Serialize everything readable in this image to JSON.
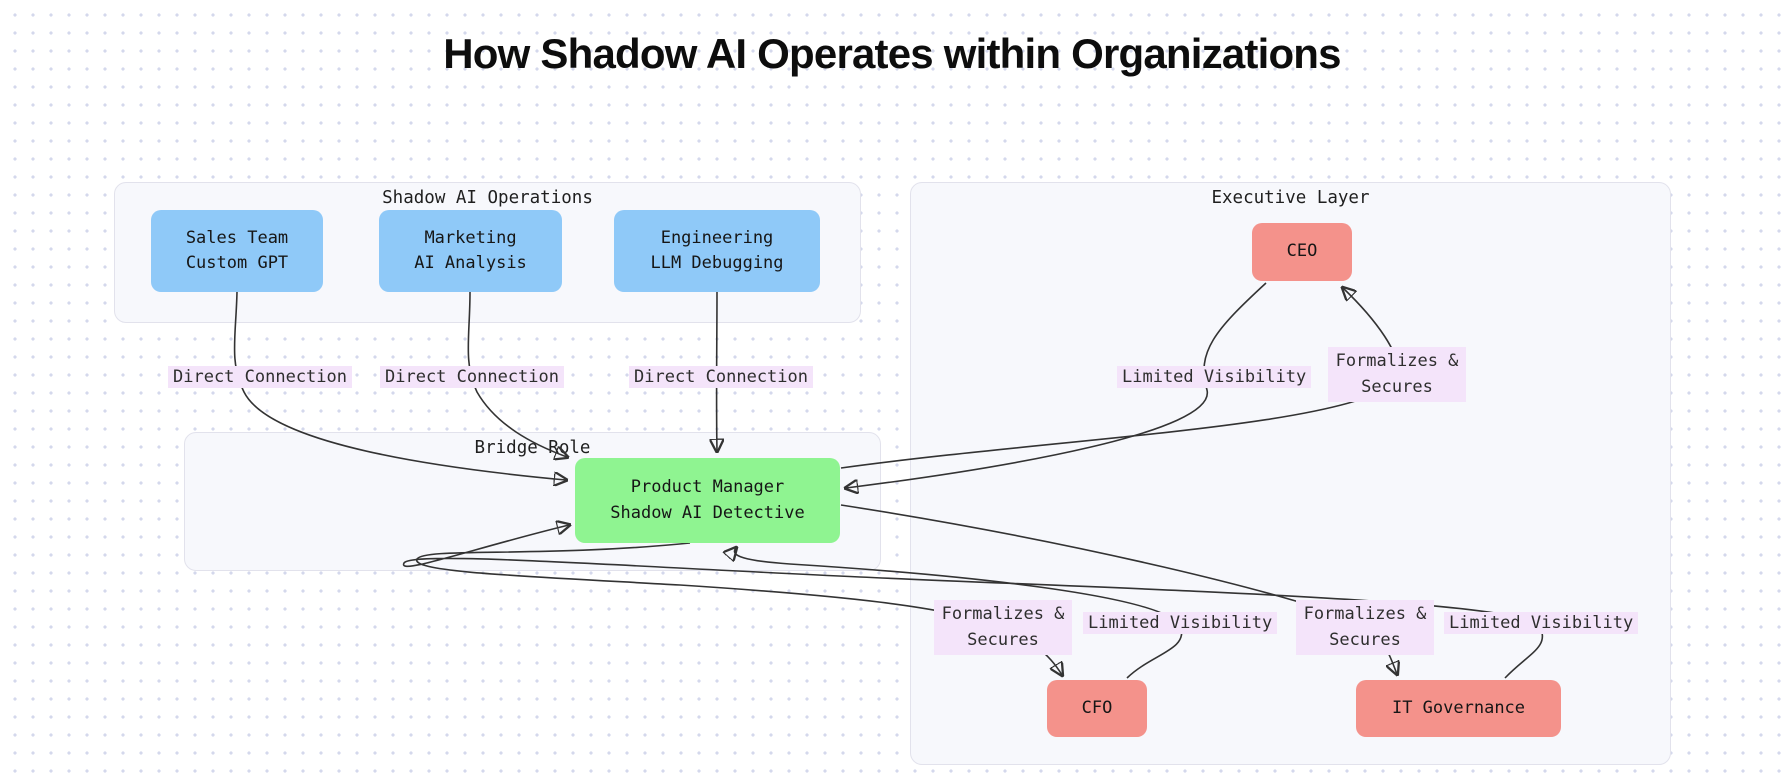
{
  "title": "How Shadow AI Operates within Organizations",
  "groups": {
    "shadow_ops": {
      "label": "Shadow AI Operations"
    },
    "executive": {
      "label": "Executive Layer"
    },
    "bridge": {
      "label": "Bridge Role"
    }
  },
  "nodes": {
    "sales": {
      "line1": "Sales Team",
      "line2": "Custom GPT"
    },
    "marketing": {
      "line1": "Marketing",
      "line2": "AI Analysis"
    },
    "engineering": {
      "line1": "Engineering",
      "line2": "LLM Debugging"
    },
    "ceo": {
      "line1": "CEO"
    },
    "pm": {
      "line1": "Product Manager",
      "line2": "Shadow AI Detective"
    },
    "cfo": {
      "line1": "CFO"
    },
    "itgov": {
      "line1": "IT Governance"
    }
  },
  "edges": [
    {
      "from": "sales",
      "to": "pm",
      "label": "Direct Connection"
    },
    {
      "from": "marketing",
      "to": "pm",
      "label": "Direct Connection"
    },
    {
      "from": "engineering",
      "to": "pm",
      "label": "Direct Connection"
    },
    {
      "from": "ceo",
      "to": "pm",
      "label": "Limited Visibility"
    },
    {
      "from": "pm",
      "to": "ceo",
      "label": "Formalizes & Secures"
    },
    {
      "from": "pm",
      "to": "cfo",
      "label": "Formalizes & Secures"
    },
    {
      "from": "cfo",
      "to": "pm",
      "label": "Limited Visibility"
    },
    {
      "from": "pm",
      "to": "itgov",
      "label": "Formalizes & Secures"
    },
    {
      "from": "itgov",
      "to": "pm",
      "label": "Limited Visibility"
    }
  ],
  "colors": {
    "shadow_node": "#8fc9f8",
    "bridge_node": "#8ff491",
    "executive_node": "#f4928b",
    "edge_label_bg": "#f4e4fa",
    "group_bg": "#f7f8fc",
    "edge_stroke": "#333333"
  }
}
